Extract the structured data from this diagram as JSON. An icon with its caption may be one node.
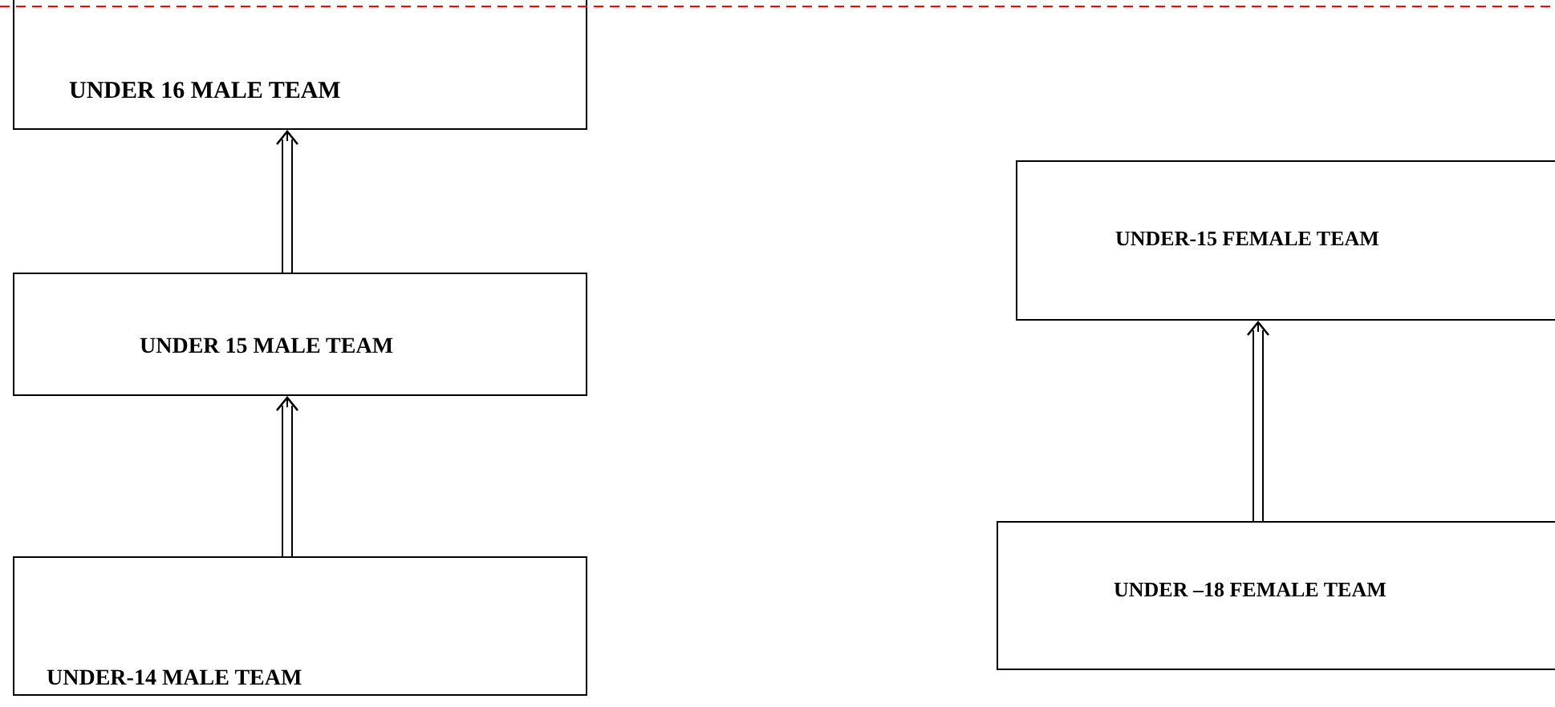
{
  "diagram": {
    "nodes": [
      {
        "text": [
          "UNDER 16 MALE TEAM"
        ]
      },
      {
        "text": [
          "UNDER 15 MALE TEAM"
        ]
      },
      {
        "text": [
          "UNDER-14 MALE TEAM"
        ]
      },
      {
        "text": [
          "UNDER-15 FEMALE TEAM"
        ]
      },
      {
        "text": [
          "UNDER –18 FEMALE TEAM"
        ]
      }
    ],
    "edges": [
      {
        "from": 1,
        "to": 0,
        "arrow": "to"
      },
      {
        "from": 2,
        "to": 1,
        "arrow": "to"
      },
      {
        "from": 4,
        "to": 3,
        "arrow": "to"
      }
    ]
  }
}
